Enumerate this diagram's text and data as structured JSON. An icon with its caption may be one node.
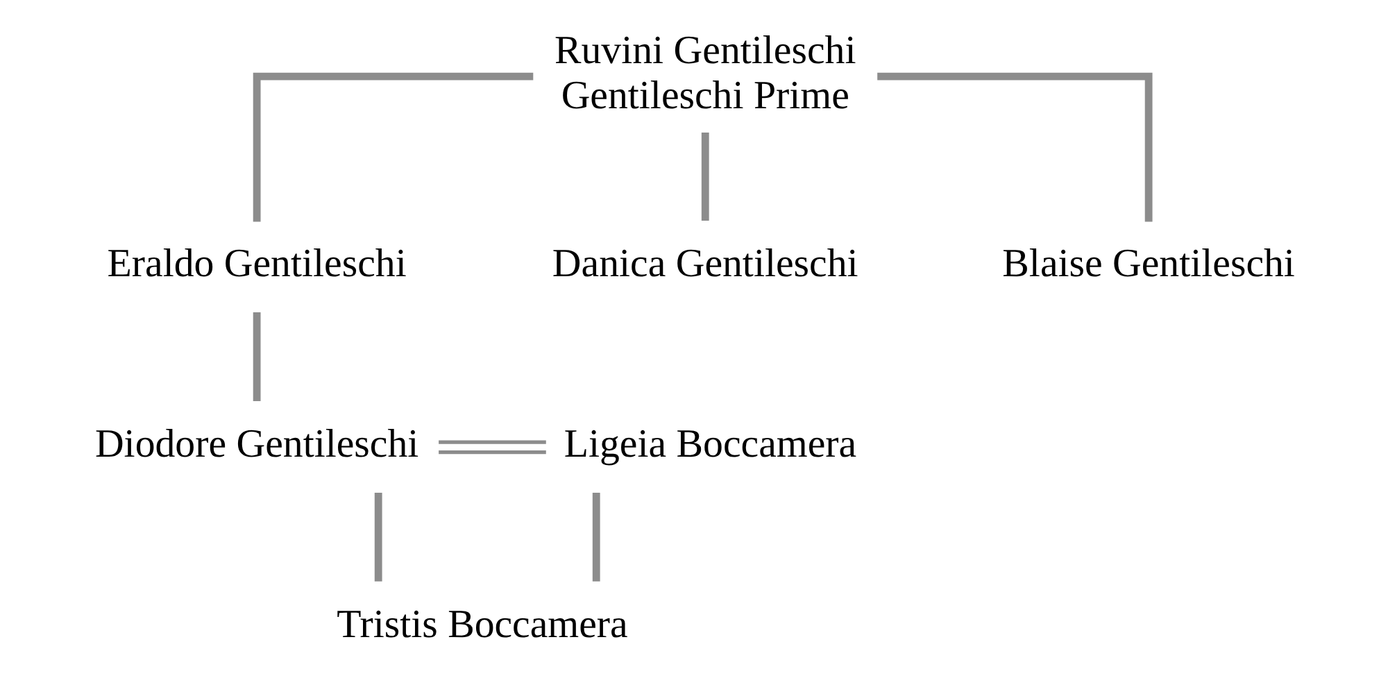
{
  "diagram": {
    "nodes": [
      {
        "text": [
          "Ruvini Gentileschi",
          "Gentileschi Prime"
        ]
      },
      {
        "text": [
          "Eraldo Gentileschi"
        ]
      },
      {
        "text": [
          "Danica Gentileschi"
        ]
      },
      {
        "text": [
          "Blaise Gentileschi"
        ]
      },
      {
        "text": [
          "Diodore Gentileschi"
        ]
      },
      {
        "text": [
          "Ligeia Boccamera"
        ]
      },
      {
        "text": [
          "Tristis Boccamera"
        ]
      }
    ],
    "edges": [
      {
        "from": 0,
        "to": 1,
        "arrow": "none"
      },
      {
        "from": 0,
        "to": 2,
        "arrow": "none"
      },
      {
        "from": 0,
        "to": 3,
        "arrow": "none"
      },
      {
        "from": 1,
        "to": 4,
        "arrow": "none"
      },
      {
        "from": 4,
        "to": 5,
        "arrow": "none"
      },
      {
        "from": 4,
        "to": 6,
        "arrow": "none"
      },
      {
        "from": 5,
        "to": 6,
        "arrow": "none"
      }
    ]
  }
}
